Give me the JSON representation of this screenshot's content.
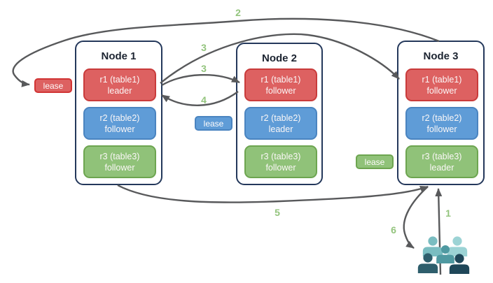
{
  "diagram": {
    "nodes": [
      {
        "title": "Node 1",
        "replicas": [
          {
            "name": "r1 (table1)",
            "role": "leader",
            "color": "red"
          },
          {
            "name": "r2 (table2)",
            "role": "follower",
            "color": "blue"
          },
          {
            "name": "r3 (table3)",
            "role": "follower",
            "color": "green"
          }
        ]
      },
      {
        "title": "Node 2",
        "replicas": [
          {
            "name": "r1 (table1)",
            "role": "follower",
            "color": "red"
          },
          {
            "name": "r2 (table2)",
            "role": "leader",
            "color": "blue"
          },
          {
            "name": "r3 (table3)",
            "role": "follower",
            "color": "green"
          }
        ]
      },
      {
        "title": "Node 3",
        "replicas": [
          {
            "name": "r1 (table1)",
            "role": "follower",
            "color": "red"
          },
          {
            "name": "r2 (table2)",
            "role": "follower",
            "color": "blue"
          },
          {
            "name": "r3 (table3)",
            "role": "leader",
            "color": "green"
          }
        ]
      }
    ],
    "leases": [
      {
        "label": "lease",
        "color": "red"
      },
      {
        "label": "lease",
        "color": "blue"
      },
      {
        "label": "lease",
        "color": "green"
      }
    ],
    "step_labels": [
      "2",
      "3",
      "3",
      "4",
      "5",
      "6",
      "1"
    ],
    "icons": [
      {
        "name": "users-icon",
        "meaning": "client users group"
      }
    ],
    "colors": {
      "red_fill": "#dd6161",
      "red_border": "#c93b3b",
      "blue_fill": "#5f9cd7",
      "blue_border": "#4a84c0",
      "green_fill": "#90c279",
      "green_border": "#6da550",
      "node_border": "#24385b",
      "arrow": "#58595b",
      "step_label": "#93c47d",
      "people": [
        "#7abdc1",
        "#9cd3d5",
        "#4f99a1",
        "#2e5e6c",
        "#1f4759"
      ]
    }
  }
}
